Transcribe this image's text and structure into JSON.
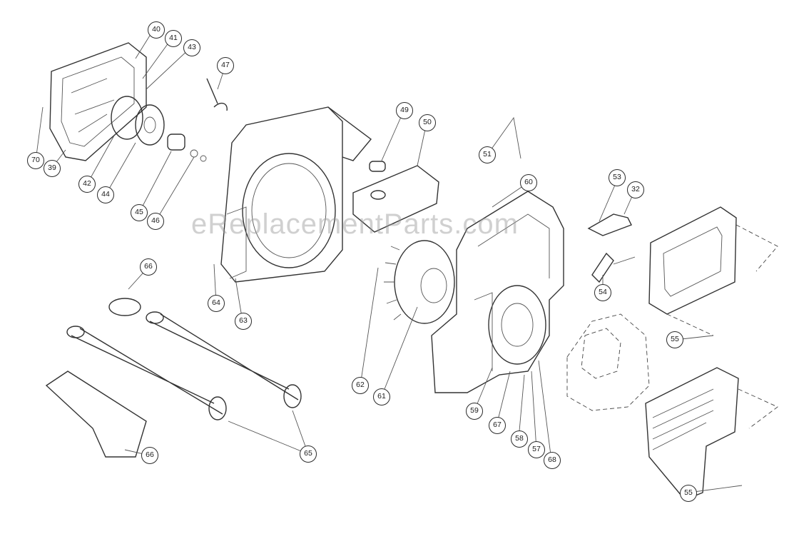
{
  "watermark": "eReplacementParts.com",
  "callouts": [
    "40",
    "41",
    "43",
    "47",
    "49",
    "50",
    "51",
    "60",
    "53",
    "32",
    "70",
    "39",
    "42",
    "44",
    "45",
    "46",
    "64",
    "63",
    "66",
    "62",
    "61",
    "59",
    "67",
    "58",
    "57",
    "68",
    "65",
    "66",
    "55",
    "55",
    "54"
  ]
}
